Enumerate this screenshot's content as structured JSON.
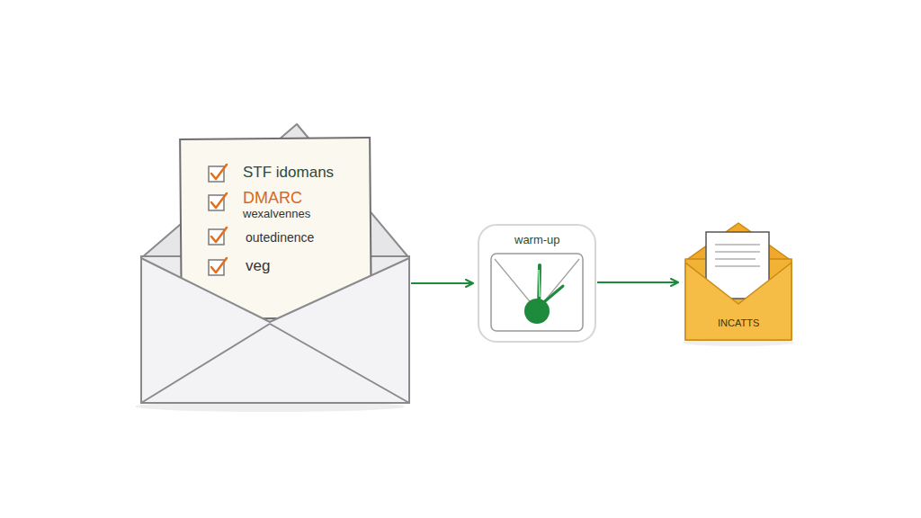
{
  "diagram": {
    "nodes": [
      {
        "text": [
          "STF idomans",
          "DMARC",
          "wexalvennes",
          "outedinence",
          "veg"
        ]
      },
      {
        "text": [
          "warm-up"
        ]
      },
      {
        "text": [
          "INCATTS"
        ]
      }
    ],
    "edges": [
      {
        "from": 0,
        "to": 1,
        "arrow": "to"
      },
      {
        "from": 1,
        "to": 2,
        "arrow": "to"
      }
    ]
  }
}
